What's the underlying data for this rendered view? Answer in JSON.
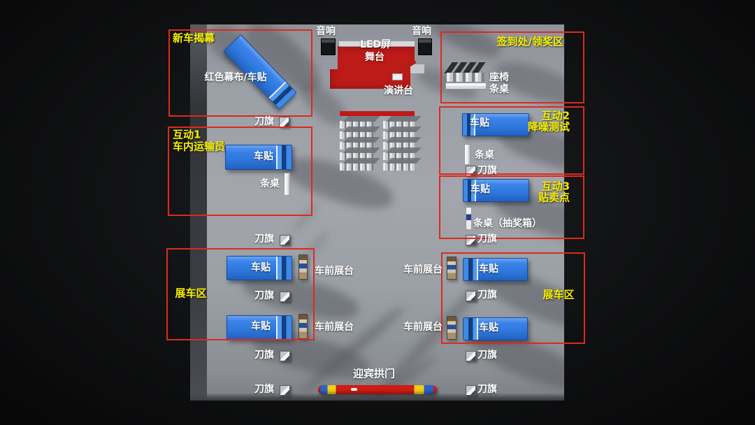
{
  "stage": {
    "led": "LED屏",
    "name": "舞台",
    "podium": "演讲台"
  },
  "speakers": {
    "label": "音响"
  },
  "arch": {
    "label": "迎宾拱门"
  },
  "shared": {
    "flag": "刀旗",
    "sticker": "车贴",
    "table": "条桌",
    "front_stage": "车前展台"
  },
  "zones": {
    "unveil": {
      "title": "新车揭幕",
      "item": "红色幕布/车贴"
    },
    "signin": {
      "title": "签到处/领奖区",
      "seats": "座椅",
      "table": "条桌"
    },
    "inter1": {
      "title1": "互动1",
      "title2": "车内运输员"
    },
    "inter2": {
      "title1": "互动2",
      "title2": "降噪测试"
    },
    "inter3": {
      "title1": "互动3",
      "title2": "贴卖点",
      "table": "条桌（抽奖箱）"
    },
    "display_left": {
      "title": "展车区"
    },
    "display_right": {
      "title": "展车区"
    }
  },
  "colors": {
    "zone_border": "#dc2a1f",
    "zone_label_yellow": "#f8ef00",
    "truck_blue": "#2e77dd",
    "stage_red": "#bd1b18",
    "floor_gray": "#9ba0a6",
    "background": "#0e0f10"
  }
}
